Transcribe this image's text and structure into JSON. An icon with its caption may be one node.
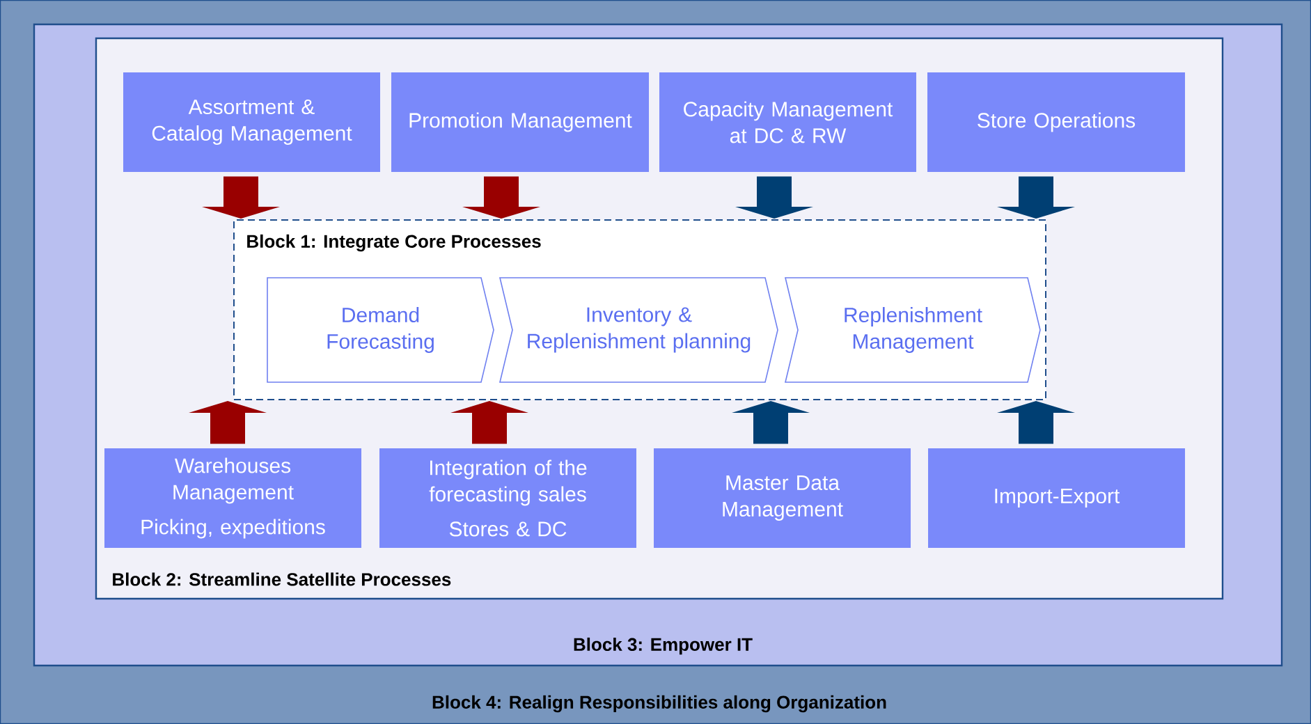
{
  "diagram": {
    "nodes": [
      {
        "text": [
          "Block 4: Realign Responsibilities along Organization"
        ]
      },
      {
        "text": [
          "Block 3: Empower IT"
        ],
        "in": 0
      },
      {
        "text": [
          "Block 2: Streamline Satellite Processes"
        ],
        "in": 1
      },
      {
        "text": [
          "Assortment & Catalog Management"
        ],
        "in": 2
      },
      {
        "text": [
          "Promotion Management"
        ],
        "in": 2
      },
      {
        "text": [
          "Capacity Management at  DC & RW"
        ],
        "in": 2
      },
      {
        "text": [
          "Store Operations"
        ],
        "in": 2
      },
      {
        "text": [
          "Block 1: Integrate Core Processes"
        ],
        "in": 2
      },
      {
        "text": [
          "Demand Forecasting"
        ],
        "in": 7
      },
      {
        "text": [
          "Inventory & Replenishment planning"
        ],
        "in": 7
      },
      {
        "text": [
          "Replenishment Management"
        ],
        "in": 7
      },
      {
        "text": [
          "Warehouses Management",
          "Picking, expeditions"
        ],
        "in": 2
      },
      {
        "text": [
          "Integration of the forecasting sales",
          "Stores & DC"
        ],
        "in": 2
      },
      {
        "text": [
          "Master Data Management"
        ],
        "in": 2
      },
      {
        "text": [
          "Import-Export"
        ],
        "in": 2
      }
    ],
    "edges": [
      {
        "from": 3,
        "to": 7,
        "arrow": "to",
        "color": "#990000"
      },
      {
        "from": 4,
        "to": 7,
        "arrow": "to",
        "color": "#990000"
      },
      {
        "from": 5,
        "to": 7,
        "arrow": "to",
        "color": "#003f73"
      },
      {
        "from": 6,
        "to": 7,
        "arrow": "to",
        "color": "#003f73"
      },
      {
        "from": 11,
        "to": 7,
        "arrow": "to",
        "color": "#990000"
      },
      {
        "from": 12,
        "to": 7,
        "arrow": "to",
        "color": "#990000"
      },
      {
        "from": 13,
        "to": 7,
        "arrow": "to",
        "color": "#003f73"
      },
      {
        "from": 14,
        "to": 7,
        "arrow": "to",
        "color": "#003f73"
      }
    ]
  }
}
